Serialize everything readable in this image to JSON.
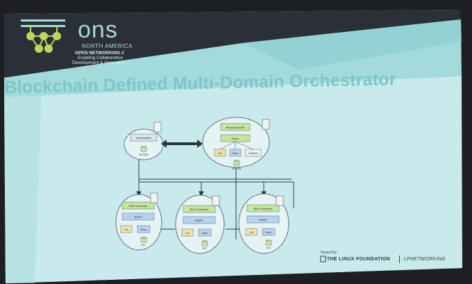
{
  "logo": {
    "name": "ons",
    "region": "NORTH AMERICA",
    "tagline_1": "OPEN NETWORKING //",
    "tagline_2": "Enabling Collaborative",
    "tagline_3": "Development & Innovation"
  },
  "slide": {
    "title": "Blockchain Defined Multi-Domain Orchestrator"
  },
  "diagram": {
    "orchestrator": {
      "box": "Orchestrator",
      "db": "DLT/DB"
    },
    "blockchain": {
      "box": "Blockchain API",
      "node": "Node",
      "ca": "CA",
      "peer": "Peer",
      "orderer": "Orderer",
      "db": "DLT/DB"
    },
    "domains": [
      {
        "controller": "SDN Controller",
        "api": "NGP2",
        "ca": "CA",
        "peer": "Peer",
        "db": "DLT"
      },
      {
        "controller": "SDN Controller",
        "api": "NGP2",
        "ca": "CA",
        "peer": "Peer",
        "db": "DLT"
      },
      {
        "controller": "SDN Controller",
        "api": "NGP2",
        "ca": "CA",
        "peer": "Peer",
        "db": "DLT"
      }
    ]
  },
  "footer": {
    "hosted_by": "Hosted By",
    "linux_foundation": "THE LINUX FOUNDATION",
    "lf_networking": "LFNETWORKING"
  },
  "colors": {
    "slide_teal": "#9ed8d8",
    "slide_light": "#c5e8ea",
    "title_teal": "#7cc7c9",
    "box_green": "#c6e69a",
    "box_blue": "#b9d2ef",
    "box_yellow": "#f0e3a8"
  }
}
